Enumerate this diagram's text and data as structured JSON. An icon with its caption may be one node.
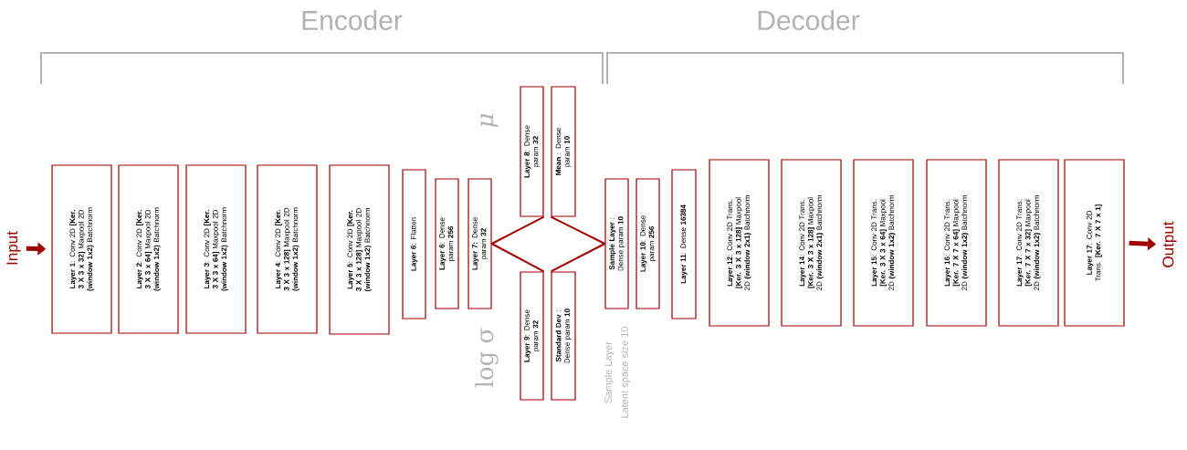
{
  "diagram": {
    "nodes": [
      {
        "text": [
          "Input"
        ]
      },
      {
        "text": [
          "**Layer 1**: Conv 2D **[Ker. 3 X 3 x 32]** Maxpool 2D **(window 1x2)** Batchnorm"
        ]
      },
      {
        "text": [
          "**Layer 2**: Conv 2D **[Ker. 3 X 3 x 64]** Maxpool 2D **(window 1x2)** Batchnorm"
        ]
      },
      {
        "text": [
          "**Layer 3**: Conv 2D **[Ker. 3 X 3 x 64]** Maxpool 2D **(window 1x2)** Batchnorm"
        ]
      },
      {
        "text": [
          "**Layer 4**: Conv 2D **[Ker. 3 X 3 x 128]** Maxpool 2D **(window 1x2)** Batchnorm"
        ]
      },
      {
        "text": [
          "**Layer 5**: Conv 2D **[Ker. 3 X 3 x 128]** Maxpool 2D **(window 1x2)** Batchnorm"
        ]
      },
      {
        "text": [
          "**Layer 6**: Flatten"
        ]
      },
      {
        "text": [
          "**Layer 6**: Dense param **256**"
        ]
      },
      {
        "text": [
          "**Layer 7:** Dense param **32**"
        ]
      },
      {
        "text": [
          "**Layer 8**: Dense param **32**"
        ]
      },
      {
        "text": [
          "**Layer 9**: Dense param **32**"
        ]
      },
      {
        "text": [
          "**Mean** : Dense param **10**"
        ]
      },
      {
        "text": [
          "**Standard Dev** : Dense param **10**"
        ]
      },
      {
        "text": [
          "**Sample Layer** : Dense param **10**"
        ]
      },
      {
        "text": [
          "**Layer 10**: Dense param **256**"
        ]
      },
      {
        "text": [
          "**Layer 11**: Dense **16384**"
        ]
      },
      {
        "text": [
          "**Layer 12**: Conv 2D Trans. **[Ker. 3 X 3 x 128]** Maxpool 2D **(window 2x1)** Batchnorm"
        ]
      },
      {
        "text": [
          "**Layer 14**: Conv 2D Trans. **[Ker. 3 X 3 x 128]** Maxpool 2D **(window 2x1)** Batchnorm"
        ]
      },
      {
        "text": [
          "**Layer 15**: Conv 2D Trans. **[Ker. 3 X 3 x 64]** Maxpool 2D **(window 1x2)** Batchnorm"
        ]
      },
      {
        "text": [
          "**Layer 16**: Conv 2D Trans. **[Ker. 7 X 7 x 64]** Maxpool 2D **(window 1x2)** Batchnorm"
        ]
      },
      {
        "text": [
          "**Layer 17**: Conv 2D Trans. **[Ker. 7 X 7 x 32]** Maxpool 2D **(window 1x2)** Batchnorm"
        ]
      },
      {
        "text": [
          "**Layer 17**: Conv 2D Trans. **[Ker. 7 X 7 x 1]**"
        ]
      },
      {
        "text": [
          "Output"
        ]
      }
    ],
    "edges": [
      {
        "from": 0,
        "to": 1,
        "arrow": "to",
        "style": "thick"
      },
      {
        "from": 8,
        "to": 9,
        "arrow": "none"
      },
      {
        "from": 8,
        "to": 10,
        "arrow": "none"
      },
      {
        "from": 11,
        "to": 13,
        "arrow": "none"
      },
      {
        "from": 12,
        "to": 13,
        "arrow": "none"
      },
      {
        "from": 21,
        "to": 22,
        "arrow": "to",
        "style": "thick"
      }
    ],
    "labels": [
      "Encoder",
      "Decoder",
      "μ",
      "log σ",
      "Sample Layer",
      "Latent space size 10"
    ]
  }
}
